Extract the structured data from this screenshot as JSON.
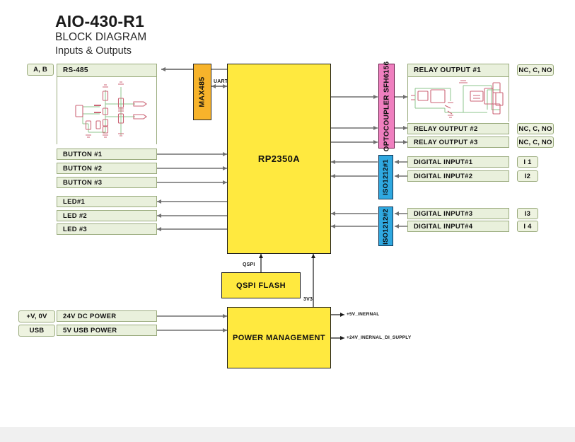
{
  "page": {
    "title_main": "AIO-430-R1",
    "title_sub": "BLOCK DIAGRAM",
    "title_sub2": "Inputs & Outputs",
    "background": "#ffffff",
    "footer_color": "#f0f0f0"
  },
  "colors": {
    "green_fill": "#e9f0dc",
    "green_border": "#9aab7d",
    "yellow_fill": "#ffe93f",
    "orange_fill": "#f7b32b",
    "pink_fill": "#ef7fbf",
    "blue_fill": "#2fa8e0",
    "wire": "#707070",
    "schematic_wire": "#77bb77",
    "schematic_part": "#cc6677"
  },
  "left_terminals": [
    {
      "label": "A, B"
    },
    {
      "label": "+V, 0V"
    },
    {
      "label": "USB"
    }
  ],
  "left_blocks": [
    {
      "label": "RS-485"
    },
    {
      "label": "BUTTON #1"
    },
    {
      "label": "BUTTON #2"
    },
    {
      "label": "BUTTON #3"
    },
    {
      "label": "LED#1"
    },
    {
      "label": "LED #2"
    },
    {
      "label": "LED #3"
    },
    {
      "label": "24V DC POWER"
    },
    {
      "label": "5V USB POWER"
    }
  ],
  "core": {
    "mcu": "RP2350A",
    "transceiver": "MAX485",
    "optocoupler": "OPTOCOUPLER SFH6156",
    "iso1": "ISO1212#1",
    "iso2": "ISO1212#2",
    "flash": "QSPI FLASH",
    "power": "POWER MANAGEMENT"
  },
  "bus_labels": {
    "uart": "UART",
    "qspi": "QSPI",
    "v3v3": "3V3"
  },
  "right_blocks": [
    {
      "label": "RELAY OUTPUT #1"
    },
    {
      "label": "RELAY OUTPUT #2"
    },
    {
      "label": "RELAY OUTPUT #3"
    },
    {
      "label": "DIGITAL INPUT#1"
    },
    {
      "label": "DIGITAL INPUT#2"
    },
    {
      "label": "DIGITAL INPUT#3"
    },
    {
      "label": "DIGITAL INPUT#4"
    }
  ],
  "right_terminals": [
    {
      "label": "NC, C, NO"
    },
    {
      "label": "NC, C, NO"
    },
    {
      "label": "NC, C, NO"
    },
    {
      "label": "I 1"
    },
    {
      "label": "I2"
    },
    {
      "label": "I3"
    },
    {
      "label": "I 4"
    }
  ],
  "power_rails": [
    {
      "label": "+5V_INERNAL"
    },
    {
      "label": "+24V_INERNAL_DI_SUPPLY"
    }
  ]
}
